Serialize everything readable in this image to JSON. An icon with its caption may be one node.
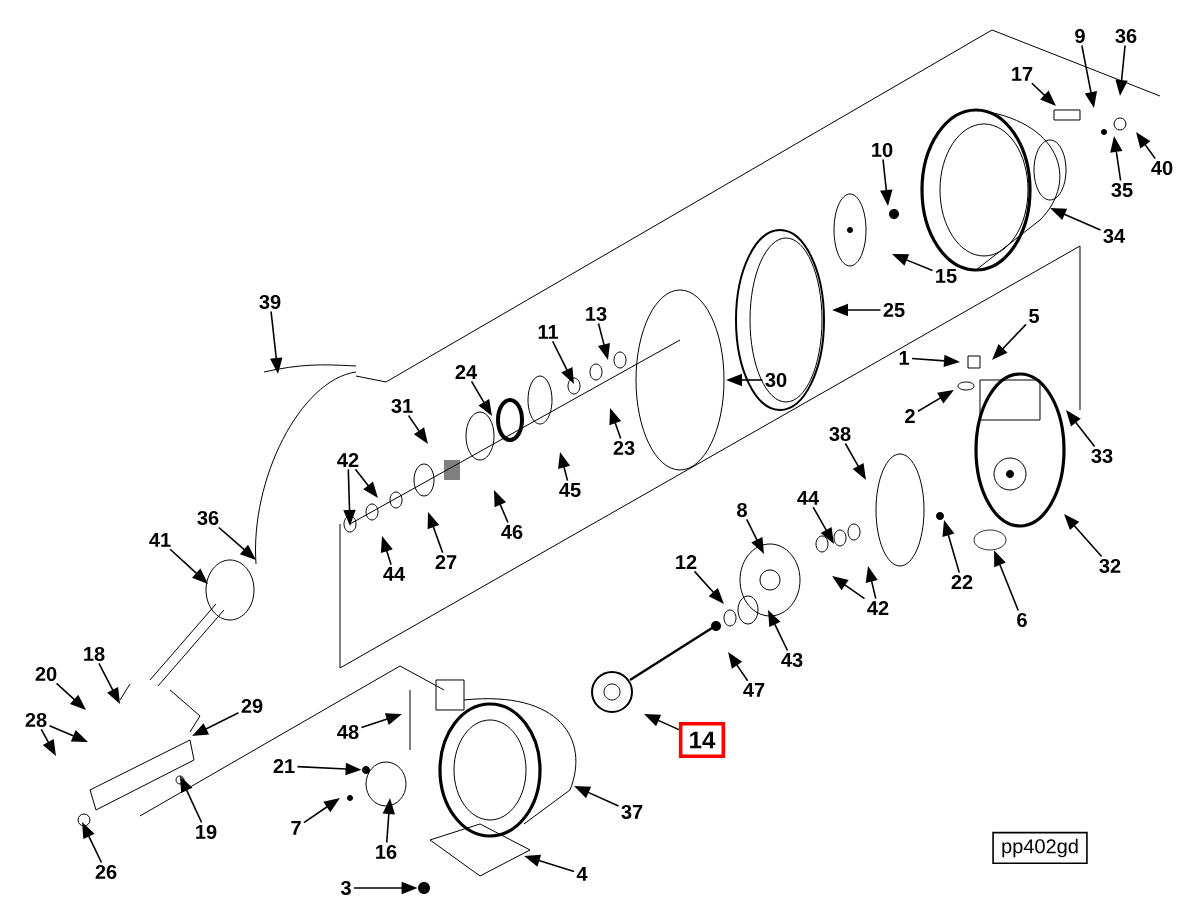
{
  "diagram": {
    "nodes": [
      {
        "text": [
          "1"
        ]
      },
      {
        "text": [
          "2"
        ]
      },
      {
        "text": [
          "3"
        ]
      },
      {
        "text": [
          "4"
        ]
      },
      {
        "text": [
          "5"
        ]
      },
      {
        "text": [
          "6"
        ]
      },
      {
        "text": [
          "7"
        ]
      },
      {
        "text": [
          "8"
        ]
      },
      {
        "text": [
          "9"
        ]
      },
      {
        "text": [
          "10"
        ]
      },
      {
        "text": [
          "11"
        ]
      },
      {
        "text": [
          "12"
        ]
      },
      {
        "text": [
          "13"
        ]
      },
      {
        "text": [
          "14"
        ]
      },
      {
        "text": [
          "15"
        ]
      },
      {
        "text": [
          "16"
        ]
      },
      {
        "text": [
          "17"
        ]
      },
      {
        "text": [
          "18"
        ]
      },
      {
        "text": [
          "19"
        ]
      },
      {
        "text": [
          "20"
        ]
      },
      {
        "text": [
          "21"
        ]
      },
      {
        "text": [
          "22"
        ]
      },
      {
        "text": [
          "23"
        ]
      },
      {
        "text": [
          "24"
        ]
      },
      {
        "text": [
          "25"
        ]
      },
      {
        "text": [
          "26"
        ]
      },
      {
        "text": [
          "27"
        ]
      },
      {
        "text": [
          "28"
        ]
      },
      {
        "text": [
          "29"
        ]
      },
      {
        "text": [
          "30"
        ]
      },
      {
        "text": [
          "31"
        ]
      },
      {
        "text": [
          "32"
        ]
      },
      {
        "text": [
          "33"
        ]
      },
      {
        "text": [
          "34"
        ]
      },
      {
        "text": [
          "35"
        ]
      },
      {
        "text": [
          "36"
        ]
      },
      {
        "text": [
          "36"
        ]
      },
      {
        "text": [
          "37"
        ]
      },
      {
        "text": [
          "38"
        ]
      },
      {
        "text": [
          "39"
        ]
      },
      {
        "text": [
          "40"
        ]
      },
      {
        "text": [
          "41"
        ]
      },
      {
        "text": [
          "42"
        ]
      },
      {
        "text": [
          "42"
        ]
      },
      {
        "text": [
          "43"
        ]
      },
      {
        "text": [
          "44"
        ]
      },
      {
        "text": [
          "44"
        ]
      },
      {
        "text": [
          "45"
        ]
      },
      {
        "text": [
          "46"
        ]
      },
      {
        "text": [
          "47"
        ]
      },
      {
        "text": [
          "48"
        ]
      },
      {
        "text": [
          "pp402gd"
        ]
      },
      {
        "text": [],
        "shape": "circle"
      },
      {
        "text": [],
        "shape": "ellipse"
      },
      {
        "text": [],
        "shape": "circle"
      }
    ],
    "edges": [
      {
        "from": 0,
        "to": null,
        "arrow": "to"
      },
      {
        "from": 1,
        "to": null,
        "arrow": "to"
      },
      {
        "from": 2,
        "to": 52,
        "arrow": "to"
      },
      {
        "from": 3,
        "to": null,
        "arrow": "to"
      },
      {
        "from": 4,
        "to": null,
        "arrow": "to"
      },
      {
        "from": 5,
        "to": 53,
        "arrow": "to"
      },
      {
        "from": 6,
        "to": null,
        "arrow": "to"
      },
      {
        "from": 7,
        "to": null,
        "arrow": "to"
      },
      {
        "from": 8,
        "to": null,
        "arrow": "to"
      },
      {
        "from": 9,
        "to": null,
        "arrow": "to"
      },
      {
        "from": 10,
        "to": null,
        "arrow": "to"
      },
      {
        "from": 11,
        "to": null,
        "arrow": "to"
      },
      {
        "from": 12,
        "to": null,
        "arrow": "to"
      },
      {
        "from": 13,
        "to": null,
        "arrow": "to"
      },
      {
        "from": 14,
        "to": null,
        "arrow": "to"
      },
      {
        "from": 15,
        "to": null,
        "arrow": "to"
      },
      {
        "from": 16,
        "to": null,
        "arrow": "to"
      },
      {
        "from": 17,
        "to": null,
        "arrow": "to"
      },
      {
        "from": 18,
        "to": null,
        "arrow": "to"
      },
      {
        "from": 19,
        "to": null,
        "arrow": "to"
      },
      {
        "from": 20,
        "to": 54,
        "arrow": "to"
      },
      {
        "from": 21,
        "to": null,
        "arrow": "to"
      },
      {
        "from": 22,
        "to": null,
        "arrow": "to"
      },
      {
        "from": 23,
        "to": null,
        "arrow": "to"
      },
      {
        "from": 24,
        "to": null,
        "arrow": "to"
      },
      {
        "from": 25,
        "to": null,
        "arrow": "to"
      },
      {
        "from": 26,
        "to": null,
        "arrow": "to"
      },
      {
        "from": 27,
        "to": null,
        "arrow": "to"
      },
      {
        "from": 27,
        "to": null,
        "arrow": "to"
      },
      {
        "from": 28,
        "to": null,
        "arrow": "to"
      },
      {
        "from": 29,
        "to": null,
        "arrow": "to"
      },
      {
        "from": 30,
        "to": null,
        "arrow": "to"
      },
      {
        "from": 31,
        "to": null,
        "arrow": "to"
      },
      {
        "from": 32,
        "to": null,
        "arrow": "to"
      },
      {
        "from": 33,
        "to": null,
        "arrow": "to"
      },
      {
        "from": 34,
        "to": null,
        "arrow": "to"
      },
      {
        "from": 35,
        "to": null,
        "arrow": "to"
      },
      {
        "from": 36,
        "to": null,
        "arrow": "to"
      },
      {
        "from": 37,
        "to": null,
        "arrow": "to"
      },
      {
        "from": 38,
        "to": null,
        "arrow": "to"
      },
      {
        "from": 39,
        "to": null,
        "arrow": "to"
      },
      {
        "from": 40,
        "to": null,
        "arrow": "to"
      },
      {
        "from": 41,
        "to": null,
        "arrow": "to"
      },
      {
        "from": 42,
        "to": null,
        "arrow": "to"
      },
      {
        "from": 42,
        "to": null,
        "arrow": "to"
      },
      {
        "from": 43,
        "to": null,
        "arrow": "to"
      },
      {
        "from": 43,
        "to": null,
        "arrow": "to"
      },
      {
        "from": 44,
        "to": null,
        "arrow": "to"
      },
      {
        "from": 45,
        "to": null,
        "arrow": "to"
      },
      {
        "from": 46,
        "to": null,
        "arrow": "to"
      },
      {
        "from": 47,
        "to": null,
        "arrow": "to"
      },
      {
        "from": 48,
        "to": null,
        "arrow": "to"
      },
      {
        "from": 49,
        "to": null,
        "arrow": "to"
      },
      {
        "from": 50,
        "to": null,
        "arrow": "to"
      }
    ]
  }
}
